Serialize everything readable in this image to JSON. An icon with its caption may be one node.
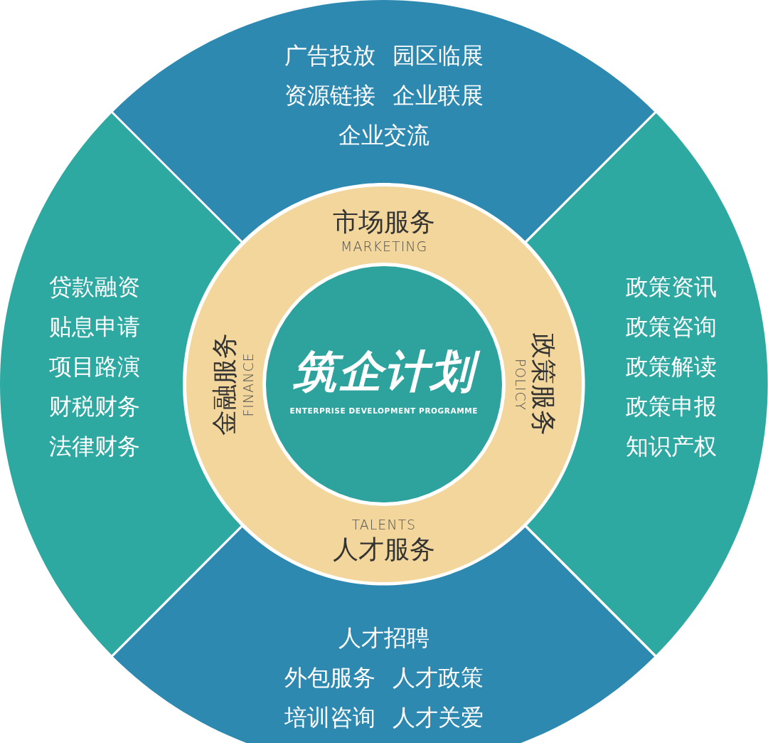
{
  "diagram": {
    "nodes": [
      {
        "text": [
          "广告投放 园区临展",
          "资源链接 企业联展",
          "企业交流"
        ]
      },
      {
        "text": [
          "贷款融资",
          "贴息申请",
          "项目路演",
          "财税财务",
          "法律财务"
        ]
      },
      {
        "text": [
          "政策资讯",
          "政策咨询",
          "政策解读",
          "政策申报",
          "知识产权"
        ]
      },
      {
        "text": [
          "人才招聘",
          "外包服务 人才政策",
          "培训咨询 人才关爱"
        ]
      },
      {
        "text": [
          "市场服务",
          "MARKETING",
          "金融服务",
          "FINANCE",
          "政策服务",
          "POLICY",
          "TALENTS",
          "人才服务"
        ]
      },
      {
        "text": [
          "筑企计划",
          "ENTERPRISE DEVELOPMENT PROGRAMME"
        ],
        "in": 4
      }
    ]
  }
}
